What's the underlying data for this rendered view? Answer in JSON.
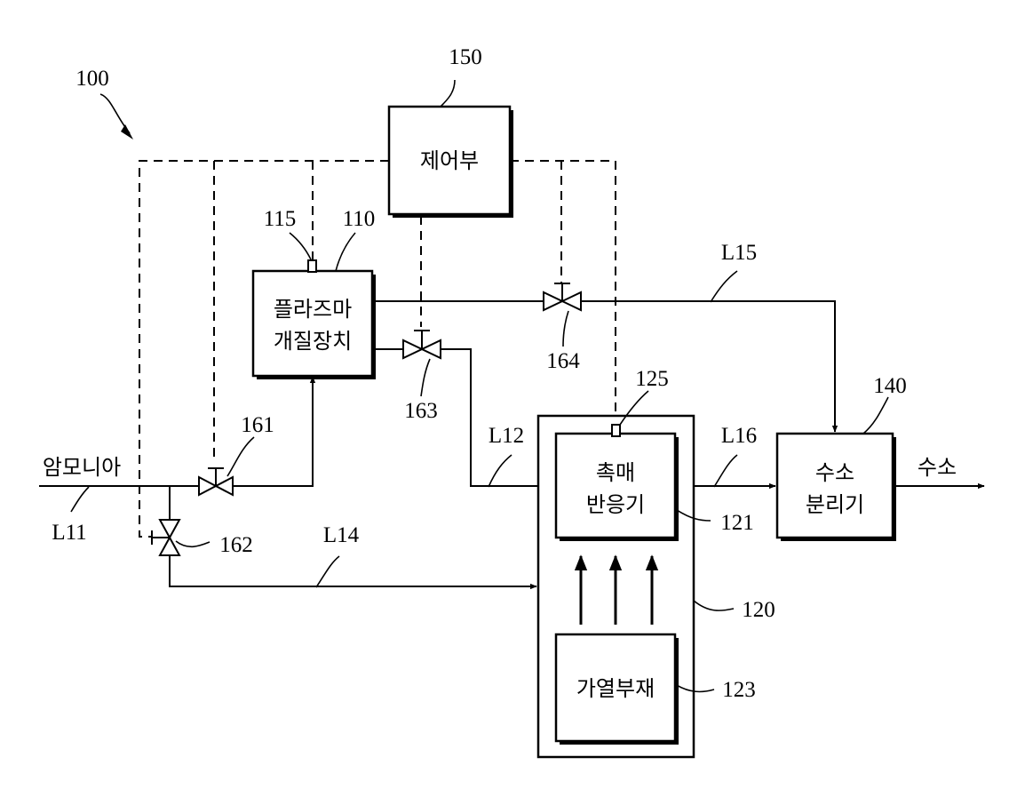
{
  "refs": {
    "system": "100",
    "controller": "150",
    "plasma_device": "110",
    "plasma_sensor": "115",
    "valve_161": "161",
    "valve_162": "162",
    "valve_163": "163",
    "valve_164": "164",
    "catalyst_sensor": "125",
    "separator": "140",
    "catalyst_reactor": "121",
    "reactor_housing": "120",
    "heater": "123"
  },
  "lines": {
    "l11": "L11",
    "l12": "L12",
    "l14": "L14",
    "l15": "L15",
    "l16": "L16"
  },
  "labels": {
    "controller": "제어부",
    "plasma_line1": "플라즈마",
    "plasma_line2": "개질장치",
    "catalyst_line1": "촉매",
    "catalyst_line2": "반응기",
    "separator_line1": "수소",
    "separator_line2": "분리기",
    "heater": "가열부재",
    "ammonia_in": "암모니아",
    "hydrogen_out": "수소"
  }
}
